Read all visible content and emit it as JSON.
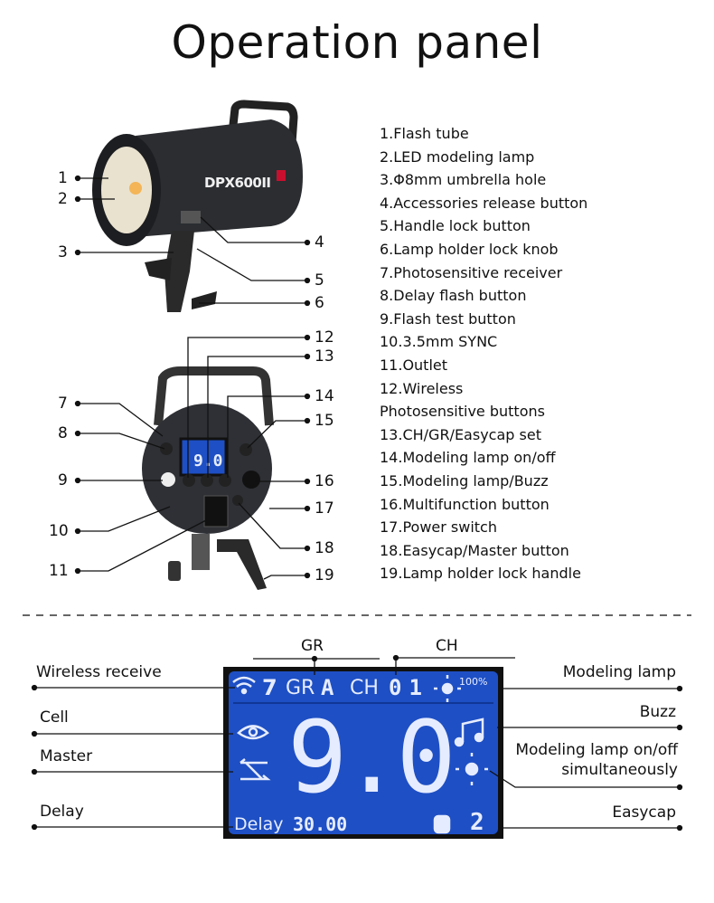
{
  "title": "Operation panel",
  "product": {
    "model": "DPX600II"
  },
  "callouts": [
    "1",
    "2",
    "3",
    "4",
    "5",
    "6",
    "7",
    "8",
    "9",
    "10",
    "11",
    "12",
    "13",
    "14",
    "15",
    "16",
    "17",
    "18",
    "19"
  ],
  "parts": [
    "1.Flash tube",
    "2.LED modeling lamp",
    "3.Φ8mm umbrella hole",
    "4.Accessories release button",
    "5.Handle lock button",
    "6.Lamp holder lock knob",
    "7.Photosensitive receiver",
    "8.Delay flash button",
    "9.Flash test button",
    "10.3.5mm SYNC",
    "11.Outlet",
    "12.Wireless",
    "Photosensitive buttons",
    "13.CH/GR/Easycap set",
    "14.Modeling lamp on/off",
    "15.Modeling lamp/Buzz",
    "16.Multifunction button",
    "17.Power switch",
    "18.Easycap/Master button",
    "19.Lamp holder lock handle"
  ],
  "lcd_labels": {
    "gr": "GR",
    "ch": "CH",
    "wireless": "Wireless receive",
    "cell": "Cell",
    "master": "Master",
    "delay": "Delay",
    "modeling": "Modeling lamp",
    "buzz": "Buzz",
    "mod_onoff_1": "Modeling lamp on/off",
    "mod_onoff_2": "simultaneously",
    "easycap": "Easycap"
  },
  "lcd_display": {
    "channel_num": "7",
    "gr_text": "GR",
    "gr_value": "A",
    "ch_text": "CH",
    "ch_value": "01",
    "brightness": "100%",
    "power": "9.0",
    "delay_text": "Delay",
    "delay_value": "30.00",
    "easycap_value": "2"
  },
  "colors": {
    "lcd_bg": "#1e4fc4",
    "lcd_segment": "#e6ecff"
  }
}
